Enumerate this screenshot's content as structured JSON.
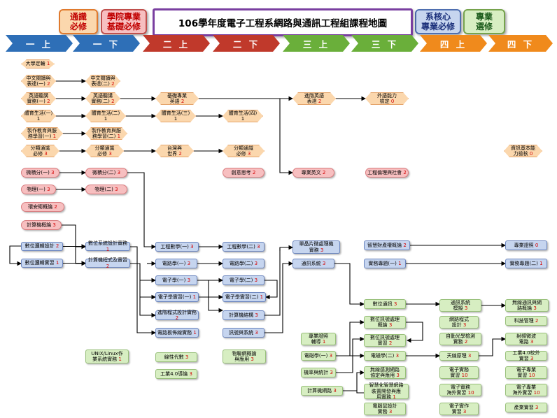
{
  "title": "106學年度電子工程系網路與通訊工程組課程地圖",
  "legend": [
    {
      "id": "general",
      "label": "通識\n必修",
      "bg": "#fbd7ad",
      "border": "#e07a2e",
      "color": "#c00000"
    },
    {
      "id": "college",
      "label": "學院專業\n基礎必修",
      "bg": "#f7bfc0",
      "border": "#c0504d",
      "color": "#c00000"
    },
    {
      "id": "core",
      "label": "系核心\n專業必修",
      "bg": "#c6d5ef",
      "border": "#4f6fb0",
      "color": "#1a2f7a"
    },
    {
      "id": "elective",
      "label": "專業\n選修",
      "bg": "#d7eec2",
      "border": "#76a34c",
      "color": "#1a5a1a"
    }
  ],
  "semesters": [
    {
      "label": "一 上",
      "color": "#2e6fb7"
    },
    {
      "label": "一 下",
      "color": "#2e6fb7"
    },
    {
      "label": "二 上",
      "color": "#c0392b"
    },
    {
      "label": "二 下",
      "color": "#c0392b"
    },
    {
      "label": "三 上",
      "color": "#6aaf3a"
    },
    {
      "label": "三 下",
      "color": "#6aaf3a"
    },
    {
      "label": "四 上",
      "color": "#f08a1c"
    },
    {
      "label": "四 下",
      "color": "#f08a1c"
    }
  ],
  "courses": [
    {
      "id": "g1",
      "cat": "gen",
      "name": "大學定輪",
      "credit": "1"
    },
    {
      "id": "g2",
      "cat": "gen",
      "name": "中文閱讀與\n表達(一)",
      "credit": "2"
    },
    {
      "id": "g3",
      "cat": "gen",
      "name": "中文閱讀與\n表達(二)",
      "credit": "2"
    },
    {
      "id": "g4",
      "cat": "gen",
      "name": "英語聽講\n實務(一)",
      "credit": "2"
    },
    {
      "id": "g5",
      "cat": "gen",
      "name": "英語聽講\n實務(二)",
      "credit": "2"
    },
    {
      "id": "g6",
      "cat": "gen",
      "name": "基礎專業\n英語",
      "credit": "2"
    },
    {
      "id": "g7",
      "cat": "gen",
      "name": "進階英語\n表達",
      "credit": "2"
    },
    {
      "id": "g8",
      "cat": "gen",
      "name": "外語能力\n檢定",
      "credit": "0"
    },
    {
      "id": "g9",
      "cat": "gen",
      "name": "體育生活(一)\n1",
      "credit": ""
    },
    {
      "id": "g10",
      "cat": "gen",
      "name": "體育生活(二)\n1",
      "credit": ""
    },
    {
      "id": "g11",
      "cat": "gen",
      "name": "體育生活(三)\n1",
      "credit": ""
    },
    {
      "id": "g12",
      "cat": "gen",
      "name": "體育生活(四)\n1",
      "credit": ""
    },
    {
      "id": "g13",
      "cat": "gen",
      "name": "製作教育與服\n務學習(一)",
      "credit": "1"
    },
    {
      "id": "g14",
      "cat": "gen",
      "name": "製作教育與服\n務學習(二)",
      "credit": "1"
    },
    {
      "id": "g15",
      "cat": "gen",
      "name": "分類通識\n必修",
      "credit": "3"
    },
    {
      "id": "g16",
      "cat": "gen",
      "name": "分類通識\n必修",
      "credit": "3"
    },
    {
      "id": "g17",
      "cat": "gen",
      "name": "台灣與\n世界",
      "credit": "2"
    },
    {
      "id": "g18",
      "cat": "gen",
      "name": "分類通識\n必修",
      "credit": "3"
    },
    {
      "id": "g19",
      "cat": "gen",
      "name": "資訊基本能\n力檢核",
      "credit": "0"
    },
    {
      "id": "b1",
      "cat": "base",
      "name": "微積分(一)",
      "credit": "3"
    },
    {
      "id": "b2",
      "cat": "base",
      "name": "微積分(二)",
      "credit": "3"
    },
    {
      "id": "b3",
      "cat": "base",
      "name": "物理(一)",
      "credit": "3"
    },
    {
      "id": "b4",
      "cat": "base",
      "name": "物理(二)",
      "credit": "3"
    },
    {
      "id": "b5",
      "cat": "base",
      "name": "環安衛概論",
      "credit": "2"
    },
    {
      "id": "b6",
      "cat": "base",
      "name": "計算機概論",
      "credit": "3"
    },
    {
      "id": "b7",
      "cat": "base",
      "name": "創意思考",
      "credit": "2"
    },
    {
      "id": "b8",
      "cat": "base",
      "name": "專業英文",
      "credit": "2"
    },
    {
      "id": "b9",
      "cat": "base",
      "name": "工程倫理與社會",
      "credit": "2"
    },
    {
      "id": "c1",
      "cat": "core",
      "name": "數位邏輯設計",
      "credit": "2"
    },
    {
      "id": "c2",
      "cat": "core",
      "name": "數位邏輯實習",
      "credit": "1"
    },
    {
      "id": "c3",
      "cat": "core",
      "name": "數位系統設計實務",
      "credit": "1"
    },
    {
      "id": "c4",
      "cat": "core",
      "name": "計算機程式及實習",
      "credit": "2"
    },
    {
      "id": "c5",
      "cat": "core",
      "name": "工程數學(一)",
      "credit": "3"
    },
    {
      "id": "c6",
      "cat": "core",
      "name": "工程數學(二)",
      "credit": "3"
    },
    {
      "id": "c7",
      "cat": "core",
      "name": "電路學(一)",
      "credit": "3"
    },
    {
      "id": "c8",
      "cat": "core",
      "name": "電路學(二)",
      "credit": "3"
    },
    {
      "id": "c9",
      "cat": "core",
      "name": "電子學(一)",
      "credit": "3"
    },
    {
      "id": "c10",
      "cat": "core",
      "name": "電子學(二)",
      "credit": "3"
    },
    {
      "id": "c11",
      "cat": "core",
      "name": "電子學實習(一)",
      "credit": "1"
    },
    {
      "id": "c12",
      "cat": "core",
      "name": "電子學實習(二)",
      "credit": "1"
    },
    {
      "id": "c13",
      "cat": "core",
      "name": "進階程式設計實務",
      "credit": "2"
    },
    {
      "id": "c14",
      "cat": "core",
      "name": "電路板佈線實務",
      "credit": "1"
    },
    {
      "id": "c15",
      "cat": "core",
      "name": "計算機結構",
      "credit": "3"
    },
    {
      "id": "c16",
      "cat": "core",
      "name": "訊號與系統",
      "credit": "3"
    },
    {
      "id": "c17",
      "cat": "core",
      "name": "單晶片微處理機\n實務",
      "credit": "3"
    },
    {
      "id": "c18",
      "cat": "core",
      "name": "通訊系統",
      "credit": "3"
    },
    {
      "id": "c19",
      "cat": "core",
      "name": "智慧財產權概論",
      "credit": "2"
    },
    {
      "id": "c20",
      "cat": "core",
      "name": "實務專題(一)",
      "credit": "1"
    },
    {
      "id": "c21",
      "cat": "core",
      "name": "專業證照",
      "credit": "0"
    },
    {
      "id": "c22",
      "cat": "core",
      "name": "實務專題(二)",
      "credit": "1"
    },
    {
      "id": "e1",
      "cat": "elec",
      "name": "UNIX/Linux作\n業系統實務",
      "credit": "1"
    },
    {
      "id": "e2",
      "cat": "elec",
      "name": "線性代數",
      "credit": "3"
    },
    {
      "id": "e3",
      "cat": "elec",
      "name": "工業4.0導論",
      "credit": "3"
    },
    {
      "id": "e4",
      "cat": "elec",
      "name": "物聯網概論\n與應用",
      "credit": "3"
    },
    {
      "id": "e5",
      "cat": "elec",
      "name": "專業證照\n輔導",
      "credit": "1"
    },
    {
      "id": "e6",
      "cat": "elec",
      "name": "電磁學(一)",
      "credit": "3"
    },
    {
      "id": "e7",
      "cat": "elec",
      "name": "機率與統計",
      "credit": "3"
    },
    {
      "id": "e8",
      "cat": "elec",
      "name": "計算機網路",
      "credit": "3"
    },
    {
      "id": "e9",
      "cat": "elec",
      "name": "數位通訊",
      "credit": "3"
    },
    {
      "id": "e10",
      "cat": "elec",
      "name": "數位訊號處理\n概論",
      "credit": "3"
    },
    {
      "id": "e11",
      "cat": "elec",
      "name": "數位訊號處理\n實習",
      "credit": "2"
    },
    {
      "id": "e12",
      "cat": "elec",
      "name": "電磁學(二)",
      "credit": "3"
    },
    {
      "id": "e13",
      "cat": "elec",
      "name": "無線感測網路\n協定與應用",
      "credit": "3"
    },
    {
      "id": "e14",
      "cat": "elec",
      "name": "智慧化智慧網路\n裝置開發與應\n用實務",
      "credit": "1"
    },
    {
      "id": "e15",
      "cat": "elec",
      "name": "電腦鼠設計\n實務",
      "credit": "3"
    },
    {
      "id": "e16",
      "cat": "elec",
      "name": "通訊系統\n模擬",
      "credit": "3"
    },
    {
      "id": "e17",
      "cat": "elec",
      "name": "網路程式\n設計",
      "credit": "3"
    },
    {
      "id": "e18",
      "cat": "elec",
      "name": "自動光學檢測\n實務",
      "credit": "2"
    },
    {
      "id": "e19",
      "cat": "elec",
      "name": "天線原理",
      "credit": "3"
    },
    {
      "id": "e20",
      "cat": "elec",
      "name": "電子實務\n實習",
      "credit": "10"
    },
    {
      "id": "e21",
      "cat": "elec",
      "name": "電子實務\n海外實習",
      "credit": "10"
    },
    {
      "id": "e22",
      "cat": "elec",
      "name": "電子實作\n實習",
      "credit": "3"
    },
    {
      "id": "e23",
      "cat": "elec",
      "name": "無線通訊與網\n路概論",
      "credit": "3"
    },
    {
      "id": "e24",
      "cat": "elec",
      "name": "科技管理",
      "credit": "2"
    },
    {
      "id": "e25",
      "cat": "elec",
      "name": "射頻微波\n電路",
      "credit": "3"
    },
    {
      "id": "e26",
      "cat": "elec",
      "name": "工業4.0校外\n實習",
      "credit": "3"
    },
    {
      "id": "e27",
      "cat": "elec",
      "name": "電子專業\n實習",
      "credit": "10"
    },
    {
      "id": "e28",
      "cat": "elec",
      "name": "電子專業\n海外實習",
      "credit": "10"
    },
    {
      "id": "e29",
      "cat": "elec",
      "name": "產業實習",
      "credit": "3"
    }
  ]
}
